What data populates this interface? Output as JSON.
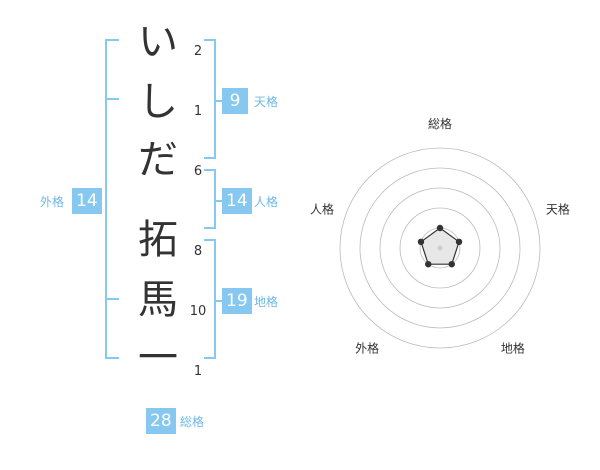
{
  "name_chars": [
    "い",
    "し",
    "だ",
    "拓",
    "馬",
    "一"
  ],
  "stroke_counts": [
    "2",
    "1",
    "6",
    "8",
    "10",
    "1"
  ],
  "kaku": {
    "tenkaku": {
      "value": "9",
      "label": "天格"
    },
    "jinkaku": {
      "value": "14",
      "label": "人格"
    },
    "chikaku": {
      "value": "19",
      "label": "地格"
    },
    "gaikaku": {
      "value": "14",
      "label": "外格"
    },
    "soukaku": {
      "value": "28",
      "label": "総格"
    }
  },
  "radar": {
    "labels": {
      "soukaku": "総格",
      "tenkaku": "天格",
      "chikaku": "地格",
      "gaikaku": "外格",
      "jinkaku": "人格"
    },
    "axes_order": [
      "soukaku",
      "tenkaku",
      "chikaku",
      "gaikaku",
      "jinkaku"
    ],
    "max_value": 5,
    "values": [
      1,
      1,
      1,
      1,
      1
    ]
  },
  "colors": {
    "accent": "#86c8f0",
    "bracket": "#86c8f0",
    "text": "#333333",
    "label": "#6fb8e6",
    "ring": "#bbbbbb"
  }
}
